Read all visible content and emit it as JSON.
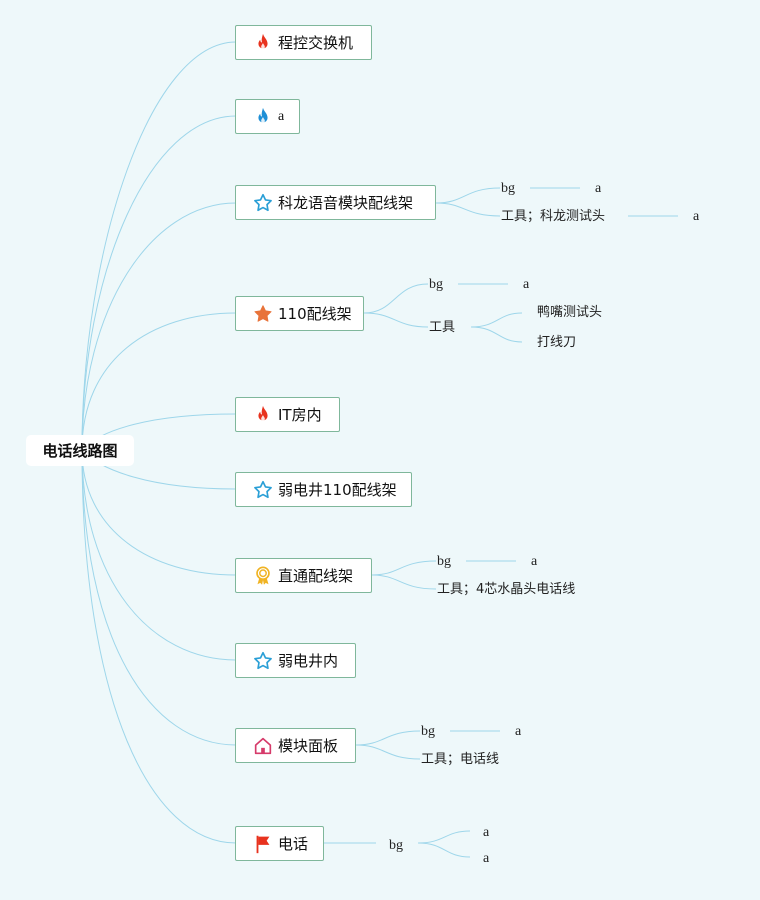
{
  "root": {
    "label": "电话线路图"
  },
  "branches": [
    {
      "label": "程控交换机",
      "icon": "fire-icon",
      "icon_color": "#e8321e"
    },
    {
      "label": "a",
      "icon": "fire-icon",
      "icon_color": "#1e8fd6"
    },
    {
      "label": "科龙语音模块配线架",
      "icon": "star-outline-icon",
      "icon_color": "#2a9fd6",
      "children": [
        {
          "label": "bg",
          "children": [
            {
              "label": "a"
            }
          ]
        },
        {
          "label": "工具；科龙测试头",
          "children": [
            {
              "label": "a"
            }
          ]
        }
      ]
    },
    {
      "label": "110配线架",
      "icon": "star-filled-icon",
      "icon_color": "#e8733a",
      "children": [
        {
          "label": "bg",
          "children": [
            {
              "label": "a"
            }
          ]
        },
        {
          "label": "工具",
          "children": [
            {
              "label": "鸭嘴测试头"
            },
            {
              "label": "打线刀"
            }
          ]
        }
      ]
    },
    {
      "label": "IT房内",
      "icon": "fire-icon",
      "icon_color": "#e8321e"
    },
    {
      "label": "弱电井110配线架",
      "icon": "star-outline-icon",
      "icon_color": "#2a9fd6"
    },
    {
      "label": "直通配线架",
      "icon": "award-ribbon-icon",
      "icon_color": "#f0b323",
      "children": [
        {
          "label": "bg",
          "children": [
            {
              "label": "a"
            }
          ]
        },
        {
          "label": "工具；4芯水晶头电话线"
        }
      ]
    },
    {
      "label": "弱电井内",
      "icon": "star-outline-icon",
      "icon_color": "#2a9fd6"
    },
    {
      "label": "模块面板",
      "icon": "home-icon",
      "icon_color": "#d63a6a",
      "children": [
        {
          "label": "bg",
          "children": [
            {
              "label": "a"
            }
          ]
        },
        {
          "label": "工具；电话线"
        }
      ]
    },
    {
      "label": "电话",
      "icon": "flag-icon",
      "icon_color": "#e8321e",
      "children": [
        {
          "label": "bg",
          "children": [
            {
              "label": "a"
            },
            {
              "label": "a"
            }
          ]
        }
      ]
    }
  ]
}
